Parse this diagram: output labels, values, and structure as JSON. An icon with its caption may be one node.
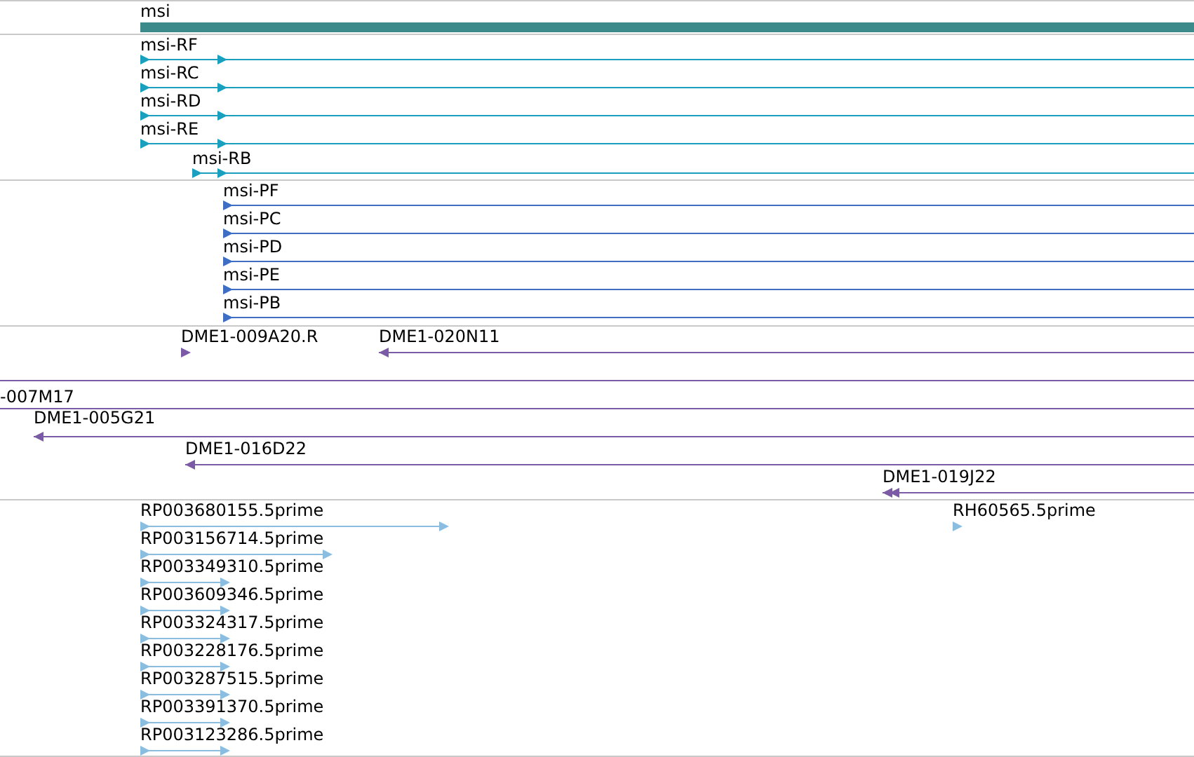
{
  "diagram": {
    "labels": [
      "msi",
      "msi-RF",
      "msi-RC",
      "msi-RD",
      "msi-RE",
      "msi-RB",
      "msi-PF",
      "msi-PC",
      "msi-PD",
      "msi-PE",
      "msi-PB",
      "DME1-009A20.R",
      "DME1-020N11",
      "-007M17",
      "DME1-005G21",
      "DME1-016D22",
      "DME1-019J22",
      "RP003680155.5prime",
      "RH60565.5prime",
      "RP003156714.5prime",
      "RP003349310.5prime",
      "RP003609346.5prime",
      "RP003324317.5prime",
      "RP003228176.5prime",
      "RP003287515.5prime",
      "RP003391370.5prime",
      "RP003123286.5prime"
    ]
  }
}
